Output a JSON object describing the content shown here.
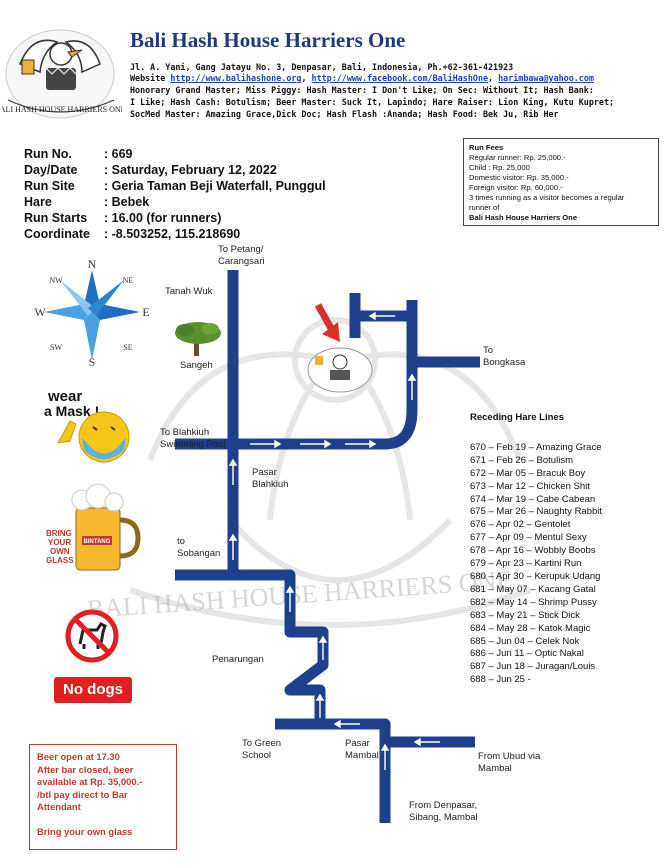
{
  "header": {
    "title": "Bali Hash House Harriers One",
    "address": "Jl. A. Yani, Gang Jatayu No. 3, Denpasar, Bali, Indonesia, Ph.+62-361-421923",
    "website_label": "Website",
    "website_1": "http://www.balihashone.org",
    "website_2": "http://www.facebook.com/BaliHashOne",
    "email": "harimbawa@yahoo.com",
    "officers_1": "Honorary Grand Master; Miss Piggy: Hash Master: I Don't Like; On Sec: Without It; Hash Bank:",
    "officers_2": "I Like; Hash Cash: Botulism; Beer Master: Suck It, Lapindo; Hare Raiser: Lion King, Kutu Kupret;",
    "officers_3": "SocMed Master: Amazing Grace,Dick Doc; Hash Flash :Ananda; Hash Food: Bek Ju, Rib Her"
  },
  "run_info": [
    {
      "label": "Run No.",
      "value": ": 669"
    },
    {
      "label": "Day/Date",
      "value": ": Saturday, February 12, 2022"
    },
    {
      "label": "Run Site",
      "value": ": Geria Taman Beji Waterfall, Punggul"
    },
    {
      "label": "Hare",
      "value": ": Bebek"
    },
    {
      "label": "Run Starts",
      "value": ": 16.00 (for runners)"
    },
    {
      "label": "Coordinate",
      "value": ": -8.503252, 115.218690"
    }
  ],
  "run_fees": {
    "title": "Run Fees",
    "lines": [
      "Regular runner: Rp. 25,000.-",
      "Child : Rp. 25,000",
      "Domestic visitor: Rp. 35,000.-",
      "Foreign visitor: Rp. 60,000.-",
      "3 times running as a visitor becomes a regular",
      "runner of"
    ],
    "club": "Bali Hash House Harriers One"
  },
  "logo_text": "BALI HASH HOUSE HARRIERS ONE",
  "watermark_text": "BALI HASH HOUSE HARRIERS ONE",
  "compass": {
    "n": "N",
    "ne": "NE",
    "e": "E",
    "se": "SE",
    "s": "S",
    "sw": "SW",
    "w": "W",
    "nw": "NW"
  },
  "map_labels": {
    "petang": "To Petang/",
    "carangsari": "Carangsari",
    "tanah_wuk": "Tanah Wuk",
    "sangeh": "Sangeh",
    "bongkasa_1": "To",
    "bongkasa_2": "Bongkasa",
    "blahkiuh_pool_1": "To Blahkiuh",
    "blahkiuh_pool_2": "Swimming Pool",
    "pasar_blahkiuh_1": "Pasar",
    "pasar_blahkiuh_2": "Blahkiuh",
    "sobangan_1": "to",
    "sobangan_2": "Sobangan",
    "penarungan": "Penarungan",
    "green_school_1": "To Green",
    "green_school_2": "School",
    "pasar_mambal_1": "Pasar",
    "pasar_mambal_2": "Mambal",
    "ubud_1": "From Ubud via",
    "ubud_2": "Mambal",
    "denpasar_1": "From Denpasar,",
    "denpasar_2": "Sibang, Mambal"
  },
  "icons": {
    "mask_1": "wear",
    "mask_2": "a Mask !",
    "glass_1": "BRING",
    "glass_2": "YOUR",
    "glass_3": "OWN",
    "glass_4": "GLASS",
    "beer_brand": "BINTANG",
    "no_dogs": "No dogs"
  },
  "receding_hare_lines": {
    "title": "Receding Hare Lines",
    "items": [
      "670 – Feb 19 – Amazing Grace",
      "671 – Feb 26 – Botulism",
      "672 – Mar 05 – Bracuk Boy",
      "673 – Mar 12 – Chicken Shit",
      "674 – Mar 19 – Cabe Cabean",
      "675 – Mar 26 – Naughty Rabbit",
      "676 – Apr 02 – Gentolet",
      "677 – Apr 09 – Mentul Sexy",
      "678 – Apr 16 – Wobbly Boobs",
      "679 – Apr 23 – Kartini Run",
      "680 – Apr 30 – Kerupuk Udang",
      "681 – May 07 – Kacang Gatal",
      "682 – May 14 – Shrimp Pussy",
      "683 – May 21 – Stick Dick",
      "684 – May 28 – Katok Magic",
      "685 – Jun 04 – Celek Nok",
      "686 – Jun 11 – Optic Nakal",
      "687 – Jun 18 – Juragan/Louis",
      "688 – Jun 25 -"
    ]
  },
  "beer_note": {
    "lines": [
      "Beer open at 17.30",
      "After bar closed, beer",
      "available at Rp. 35,000.-",
      "/btl pay direct to Bar",
      "Attendant",
      "",
      "Bring your own glass"
    ]
  },
  "colors": {
    "road": "#1e3f8c",
    "title": "#1f3a7a",
    "link": "#1f3fbf",
    "alert": "#c0392b",
    "arrow_red": "#d9302c"
  }
}
